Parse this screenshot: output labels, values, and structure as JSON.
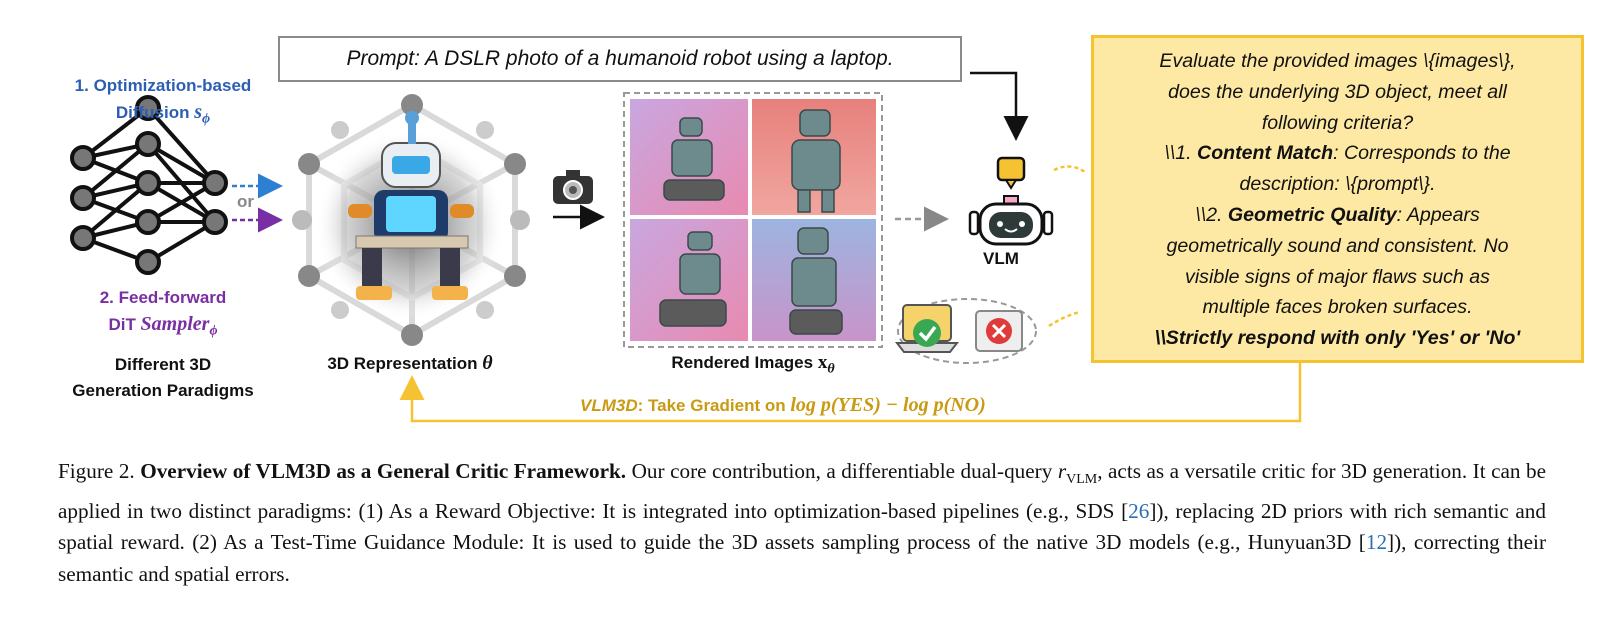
{
  "prompt": "Prompt: A DSLR photo of a humanoid robot using a laptop.",
  "paradigm1": {
    "line1": "1. Optimization-based",
    "line2": "Diffusion ",
    "sym": "s",
    "sub": "ϕ"
  },
  "paradigm2": {
    "line1": "2. Feed-forward",
    "line2": "DiT ",
    "sym": "Sampler",
    "sub": "ϕ"
  },
  "or_label": "or",
  "paradigms_label": {
    "line1": "Different 3D",
    "line2": "Generation Paradigms"
  },
  "repr_label": {
    "text": "3D Representation ",
    "sym": "θ"
  },
  "rendered_label": {
    "text": "Rendered Images ",
    "sym": "x",
    "sub": "θ"
  },
  "vlm_label": "VLM",
  "gradient_label": {
    "prefix": "VLM3D",
    "middle": ": Take Gradient on ",
    "formula": "log p(YES) − log p(NO)"
  },
  "eval": {
    "l1": "Evaluate the provided images \\{images\\},",
    "l2": "does the underlying 3D object, meet all",
    "l3": "following criteria?",
    "l4a": "\\\\1. ",
    "l4b": "Content Match",
    "l4c": ": Corresponds to the",
    "l5": "description: \\{prompt\\}.",
    "l6a": "\\\\2. ",
    "l6b": "Geometric Quality",
    "l6c": ": Appears",
    "l7": "geometrically sound and consistent. No",
    "l8": "visible signs of major flaws such as",
    "l9": "multiple faces broken surfaces.",
    "l10": "\\\\Strictly respond with only 'Yes' or 'No'"
  },
  "caption": {
    "fig": "Figure 2. ",
    "title": "Overview of VLM3D as a General Critic Framework.",
    "t1": " Our core contribution, a differentiable dual-query ",
    "r": "r",
    "rsub": "VLM",
    "t2": ", acts as a versatile critic for 3D generation. It can be applied in two distinct paradigms: (1) As a Reward Objective: It is integrated into optimization-based pipelines (e.g., SDS [",
    "ref1": "26",
    "t3": "]), replacing 2D priors with rich semantic and spatial reward. (2) As a Test-Time Guidance Module: It is used to guide the 3D assets sampling process of the native 3D models (e.g., Hunyuan3D [",
    "ref2": "12",
    "t4": "]), correcting their semantic and spatial errors."
  },
  "colors": {
    "blue": "#2c5fb3",
    "purple": "#7a2ea3",
    "gold": "#f5c331",
    "goldText": "#c99a12",
    "evalBg": "#fde9a3"
  },
  "icons": [
    "neural-network-icon",
    "camera-icon",
    "vlm-robot-icon",
    "laptop-check-icon",
    "reject-cross-icon"
  ]
}
